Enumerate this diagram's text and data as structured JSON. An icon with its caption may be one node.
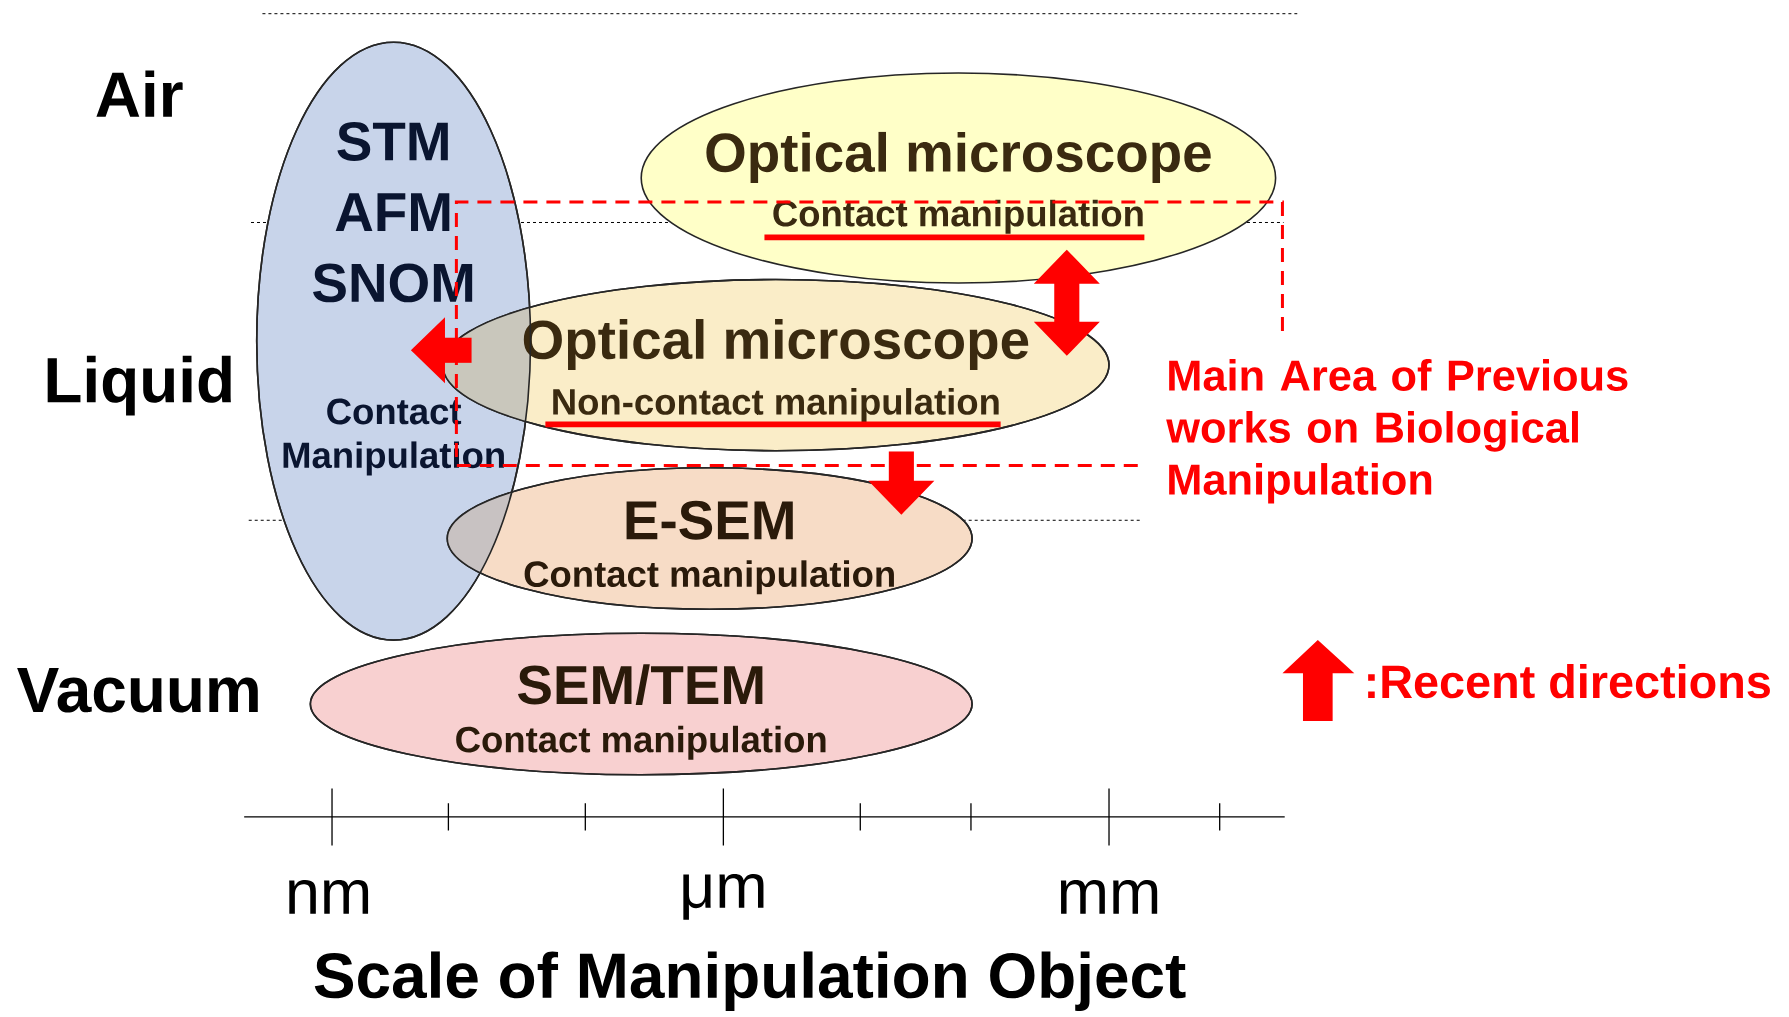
{
  "diagram": {
    "nodes": [
      {
        "text": [
          "STM",
          "AFM",
          "SNOM",
          "Contact Manipulation"
        ]
      },
      {
        "text": [
          "Optical microscope",
          "Contact manipulation"
        ]
      },
      {
        "text": [
          "Optical microscope",
          "Non-contact manipulation"
        ]
      },
      {
        "text": [
          "E-SEM",
          "Contact manipulation"
        ]
      },
      {
        "text": [
          "SEM/TEM",
          "Contact manipulation"
        ]
      }
    ],
    "edges": [
      {
        "from": 1,
        "to": 2,
        "arrow": "both"
      },
      {
        "from": 2,
        "to": 0,
        "arrow": "to"
      },
      {
        "from": 2,
        "to": 3,
        "arrow": "to"
      }
    ],
    "labels": [
      "Air",
      "Liquid",
      "Main Area of Previous works on Biological Manipulation",
      "Vacuum",
      "nm",
      "μm",
      "mm",
      "Scale of Manipulation Object"
    ],
    "legend": [
      {
        "text": ":Recent directions"
      }
    ]
  }
}
